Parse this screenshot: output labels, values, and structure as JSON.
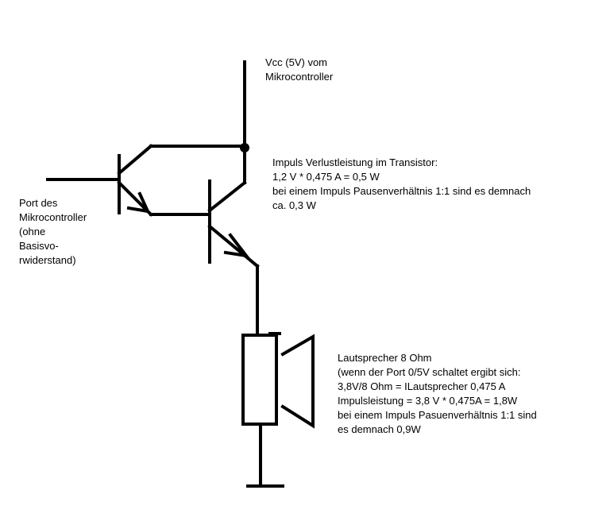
{
  "labels": {
    "vcc": [
      "Vcc (5V) vom",
      "Mikrocontroller"
    ],
    "port": [
      "Port des",
      "Mikrocontroller",
      "(ohne",
      "Basisvo-",
      "rwiderstand)"
    ],
    "transistor": [
      "Impuls Verlustleistung im Transistor:",
      "1,2 V * 0,475 A = 0,5 W",
      "bei einem Impuls Pausenverhältnis 1:1 sind es demnach",
      "ca. 0,3 W"
    ],
    "speaker": [
      "Lautsprecher 8 Ohm",
      "(wenn der Port 0/5V schaltet ergibt sich:",
      "3,8V/8 Ohm = ILautsprecher 0,475 A",
      "Impulsleistung = 3,8 V * 0,475A = 1,8W",
      "bei einem Impuls Pasuenverhältnis 1:1 sind",
      "es demnach 0,9W"
    ]
  },
  "colors": {
    "ink": "#000000",
    "background": "#ffffff"
  }
}
